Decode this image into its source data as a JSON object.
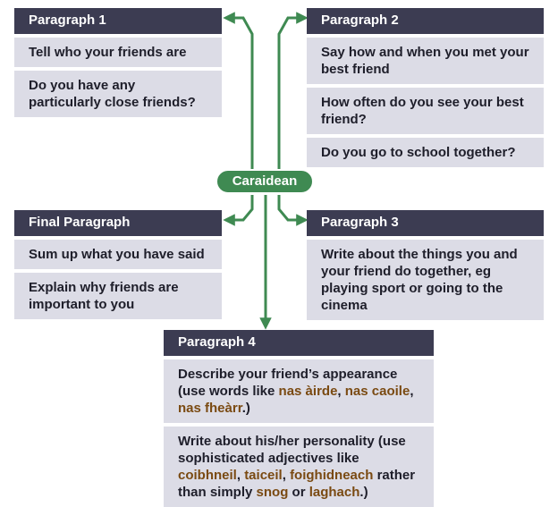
{
  "center_label": "Caraidean",
  "colors": {
    "header": "#3c3c52",
    "item": "#dcdce6",
    "connector": "#3f8a52",
    "highlight": "#7a4a12"
  },
  "p1": {
    "title": "Paragraph 1",
    "items": [
      "Tell who your friends are",
      "Do you have any particularly close friends?"
    ]
  },
  "p2": {
    "title": "Paragraph 2",
    "items": [
      "Say how and when you met your best friend",
      "How often do you see your best friend?",
      "Do you go to school together?"
    ]
  },
  "final": {
    "title": "Final Paragraph",
    "items": [
      "Sum up what you have said",
      "Explain why friends are important to you"
    ]
  },
  "p3": {
    "title": "Paragraph 3",
    "items": [
      "Write about the things you and your friend do together, eg playing sport or going to the cinema"
    ]
  },
  "p4": {
    "title": "Paragraph 4",
    "item1": {
      "pre": "Describe your friend’s appearance (use words like ",
      "w1": "nas àirde",
      "sep1": ", ",
      "w2": "nas caoile",
      "sep2": ", ",
      "w3": "nas fheàrr",
      "post": ".)"
    },
    "item2": {
      "pre": "Write about his/her personality (use sophisticated adjectives like ",
      "w1": "coibhneil",
      "sep1": ", ",
      "w2": "taiceil",
      "sep2": ", ",
      "w3": "foighidneach",
      "mid": " rather than simply ",
      "w4": "snog",
      "or": " or ",
      "w5": "laghach",
      "post": ".)"
    }
  }
}
